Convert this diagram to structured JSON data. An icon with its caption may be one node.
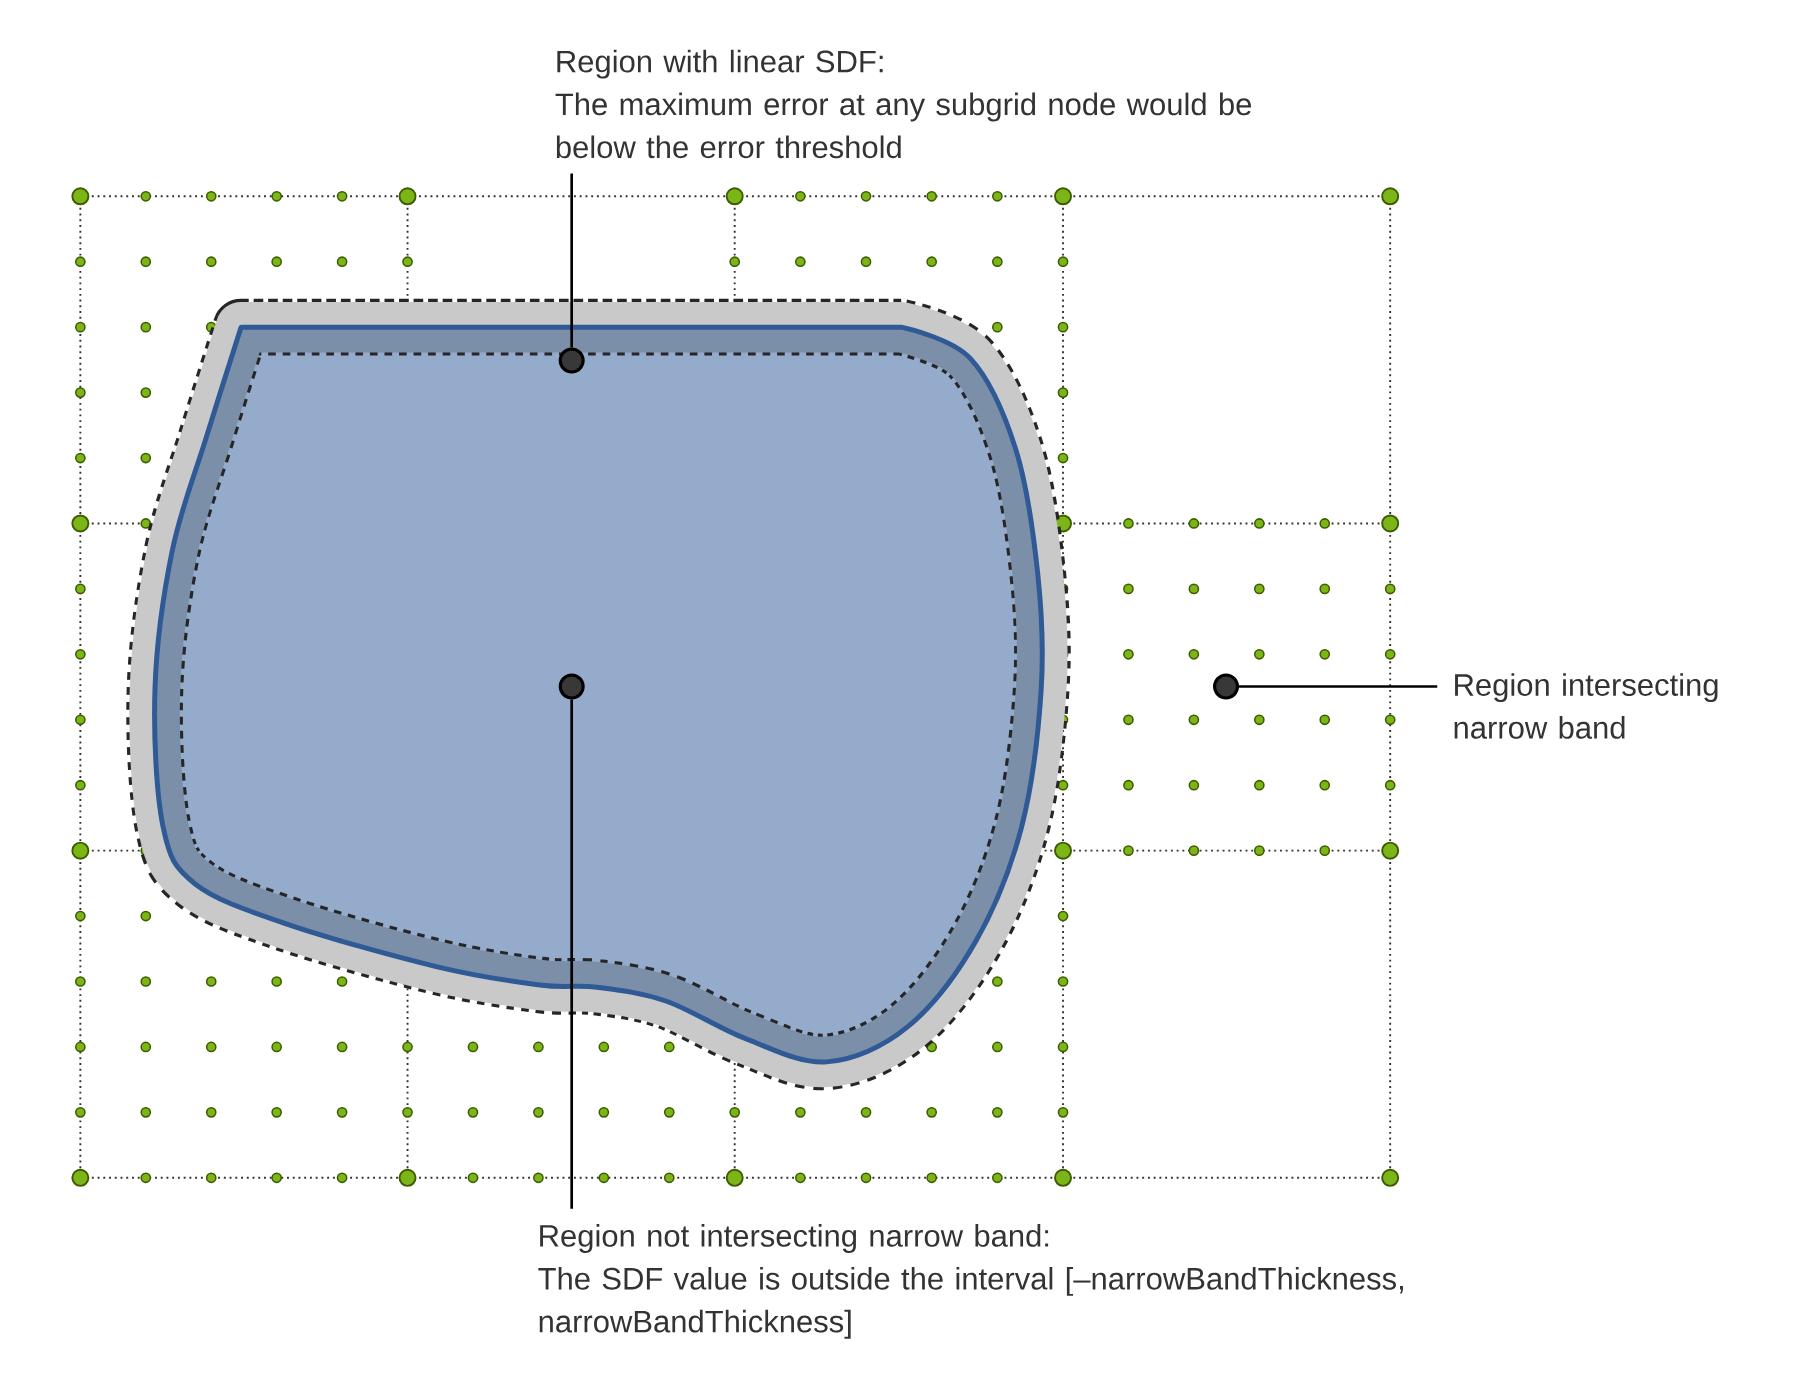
{
  "diagram": {
    "nodes": [
      {
        "text": [
          "Region with linear SDF:",
          "The maximum error at any subgrid node would be below the error threshold"
        ]
      },
      {
        "text": [],
        "shape": "circle"
      },
      {
        "text": [],
        "shape": "circle"
      },
      {
        "text": [],
        "shape": "circle"
      },
      {
        "text": [
          "Region intersecting narrow band"
        ]
      },
      {
        "text": [
          "Region not intersecting narrow band:",
          "The SDF value is outside the interval [–narrowBandThickness, narrowBandThickness]"
        ]
      }
    ],
    "edges": [
      {
        "from": 0,
        "to": 1,
        "arrow": "none"
      },
      {
        "from": 5,
        "to": 2,
        "arrow": "none"
      },
      {
        "from": 4,
        "to": 3,
        "arrow": "none"
      }
    ]
  }
}
